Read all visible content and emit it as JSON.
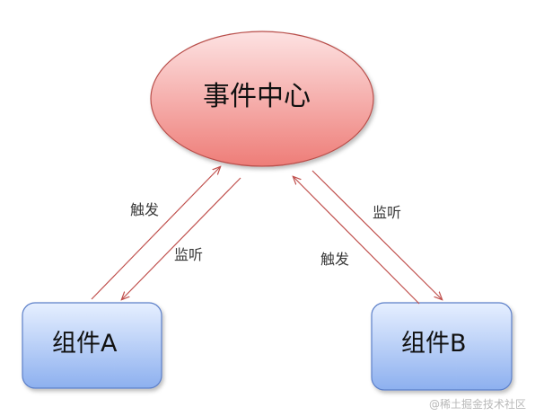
{
  "nodes": {
    "center": {
      "label": "事件中心",
      "fill_top": "#fde2e2",
      "fill_bottom": "#ee7d78",
      "stroke": "#b9504c"
    },
    "component_a": {
      "label": "组件A",
      "fill_top": "#e6efff",
      "fill_bottom": "#8db0ef",
      "stroke": "#5b7fc8"
    },
    "component_b": {
      "label": "组件B",
      "fill_top": "#e6efff",
      "fill_bottom": "#8db0ef",
      "stroke": "#5b7fc8"
    }
  },
  "edges": {
    "a_trigger": "触发",
    "a_listen": "监听",
    "b_listen": "监听",
    "b_trigger": "触发"
  },
  "arrow_color": "#c0504d",
  "watermark": "@稀土掘金技术社区"
}
